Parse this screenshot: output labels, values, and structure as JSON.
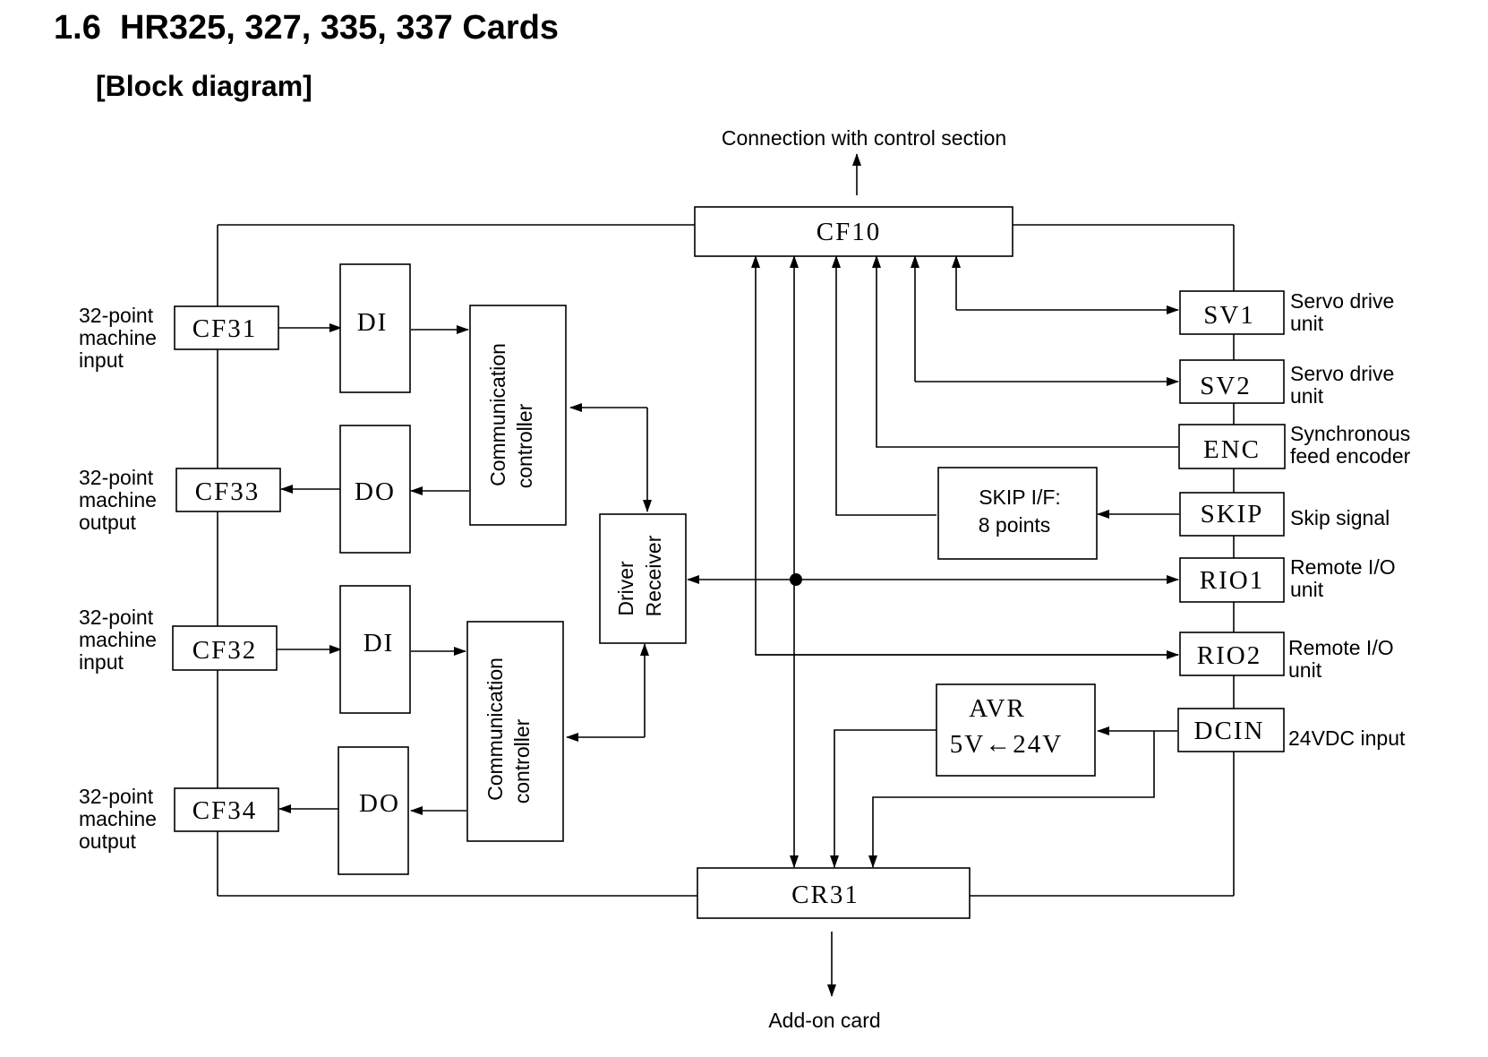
{
  "heading": "1.6  HR325, 327, 335, 337 Cards",
  "subheading": "[Block diagram]",
  "diagram": {
    "top_label": "Connection with control section",
    "bottom_label": "Add-on card",
    "blocks": {
      "cf10": "CF10",
      "cr31": "CR31",
      "cf31": "CF31",
      "cf33": "CF33",
      "cf32": "CF32",
      "cf34": "CF34",
      "di1": "DI",
      "do1": "DO",
      "di2": "DI",
      "do2": "DO",
      "comm1": [
        "Communication",
        "controller"
      ],
      "comm2": [
        "Communication",
        "controller"
      ],
      "driver": [
        "Driver",
        "Receiver"
      ],
      "skip_if": [
        "SKIP I/F:",
        "8 points"
      ],
      "avr": [
        "AVR",
        "5V←24V"
      ],
      "sv1": "SV1",
      "sv2": "SV2",
      "enc": "ENC",
      "skip": "SKIP",
      "rio1": "RIO1",
      "rio2": "RIO2",
      "dcin": "DCIN"
    },
    "left_labels": {
      "cf31": [
        "32-point",
        "machine",
        "input"
      ],
      "cf33": [
        "32-point",
        "machine",
        "output"
      ],
      "cf32": [
        "32-point",
        "machine",
        "input"
      ],
      "cf34": [
        "32-point",
        "machine",
        "output"
      ]
    },
    "right_labels": {
      "sv1": [
        "Servo drive",
        "unit"
      ],
      "sv2": [
        "Servo drive",
        "unit"
      ],
      "enc": [
        "Synchronous",
        "feed encoder"
      ],
      "skip": [
        "Skip signal"
      ],
      "rio1": [
        "Remote I/O",
        "unit"
      ],
      "rio2": [
        "Remote I/O",
        "unit"
      ],
      "dcin": [
        "24VDC input"
      ]
    }
  }
}
